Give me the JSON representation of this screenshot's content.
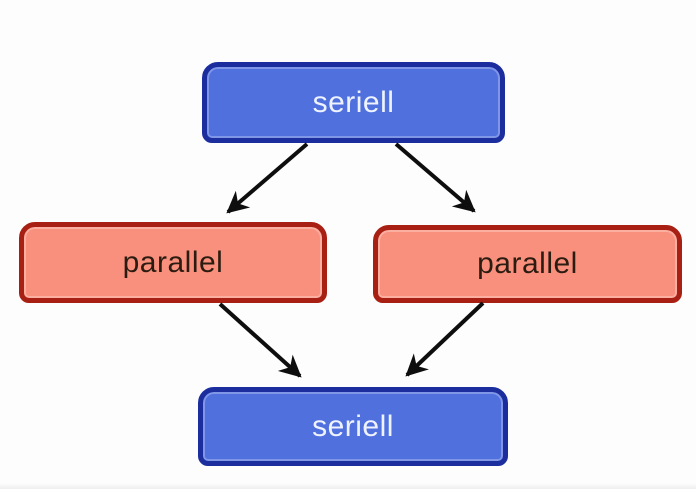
{
  "diagram": {
    "description": "Flow diagram: a serial stage fans out into two parallel stages which merge back into a serial stage",
    "background": "#FDFDFD",
    "arrow_color": "#0E0E0E",
    "node_types": {
      "serial": {
        "fill": "#5070DE",
        "border": "#1C2D9E",
        "text_color": "#EEF3FF"
      },
      "parallel": {
        "fill": "#F8907D",
        "border": "#A82013",
        "text_color": "#2B1B10"
      }
    },
    "nodes": [
      {
        "id": "seriell-top",
        "type": "serial",
        "label": "seriell"
      },
      {
        "id": "parallel-left",
        "type": "parallel",
        "label": "parallel"
      },
      {
        "id": "parallel-right",
        "type": "parallel",
        "label": "parallel"
      },
      {
        "id": "seriell-bottom",
        "type": "serial",
        "label": "seriell"
      }
    ],
    "edges": [
      {
        "from": "seriell-top",
        "to": "parallel-left"
      },
      {
        "from": "seriell-top",
        "to": "parallel-right"
      },
      {
        "from": "parallel-left",
        "to": "seriell-bottom"
      },
      {
        "from": "parallel-right",
        "to": "seriell-bottom"
      }
    ]
  }
}
